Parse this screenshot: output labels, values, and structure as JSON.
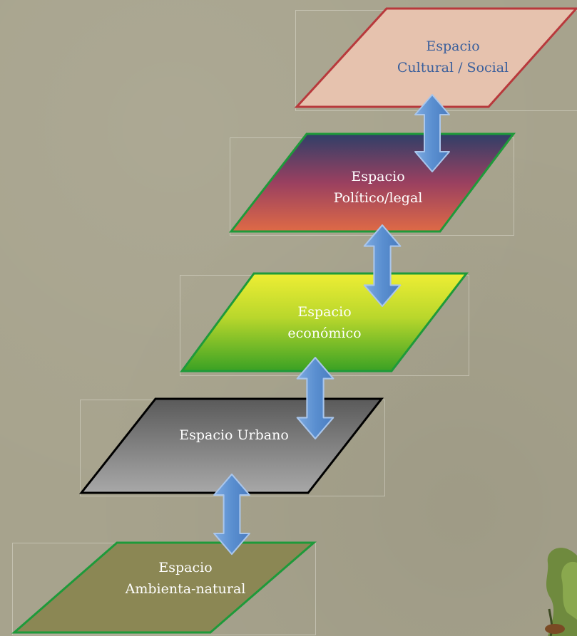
{
  "layers": [
    {
      "id": "cultural",
      "lines": [
        "Espacio",
        "Cultural / Social"
      ],
      "text_color": "#3a5f9c",
      "fill": "#e7c3ae",
      "border": "#b8393c"
    },
    {
      "id": "politico",
      "lines": [
        "Espacio",
        "Político/legal"
      ],
      "text_color": "#ffffff",
      "fill_top": "#2f3f68",
      "fill_mid": "#9a4060",
      "fill_bottom": "#d9674a",
      "border": "#1e9a3a"
    },
    {
      "id": "economico",
      "lines": [
        "Espacio",
        "económico"
      ],
      "text_color": "#ffffff",
      "fill_top": "#eded32",
      "fill_bottom": "#3ea425",
      "border": "#1e9a3a"
    },
    {
      "id": "urbano",
      "lines": [
        "Espacio Urbano"
      ],
      "text_color": "#ffffff",
      "fill_top": "#5f5f5f",
      "fill_bottom": "#a3a3a3",
      "border": "#000000"
    },
    {
      "id": "natural",
      "lines": [
        "Espacio",
        "Ambienta-natural"
      ],
      "text_color": "#ffffff",
      "fill": "#8b8754",
      "border": "#1e9a3a"
    }
  ],
  "connectors": [
    "double-arrow",
    "double-arrow",
    "double-arrow",
    "double-arrow"
  ],
  "colors": {
    "background": "#a7a38d",
    "arrow": "#6699d6",
    "arrow_border": "#8db3e2"
  },
  "decoration": "plant-illustration"
}
